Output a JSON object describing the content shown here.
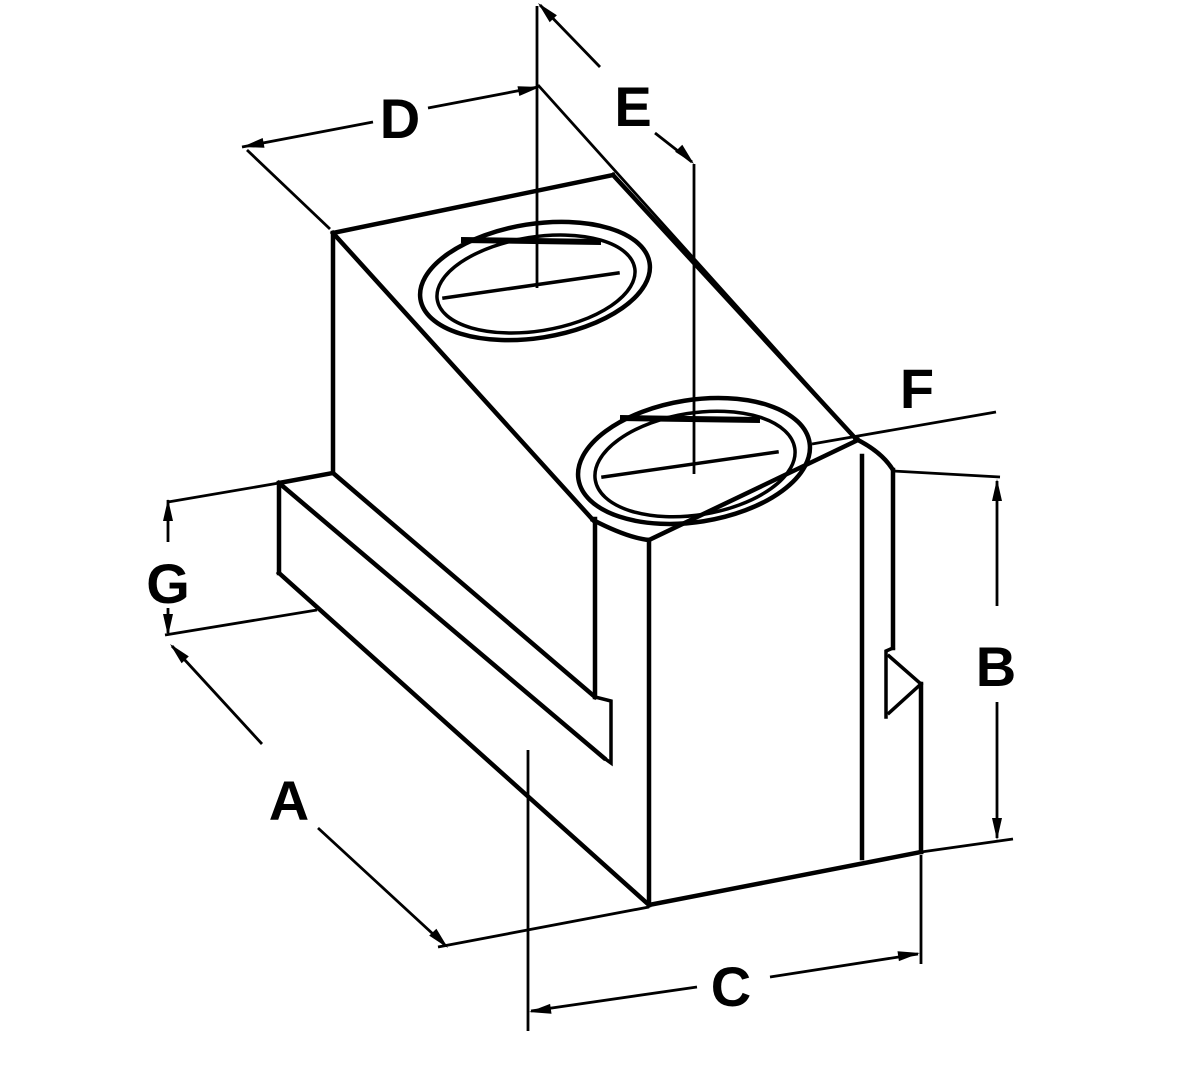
{
  "diagram": {
    "kind": "isometric-line-drawing",
    "colors": {
      "line": "#000000",
      "background": "#ffffff"
    },
    "labels": {
      "a": "A",
      "b": "B",
      "c": "C",
      "d": "D",
      "e": "E",
      "f": "F",
      "g": "G"
    }
  }
}
